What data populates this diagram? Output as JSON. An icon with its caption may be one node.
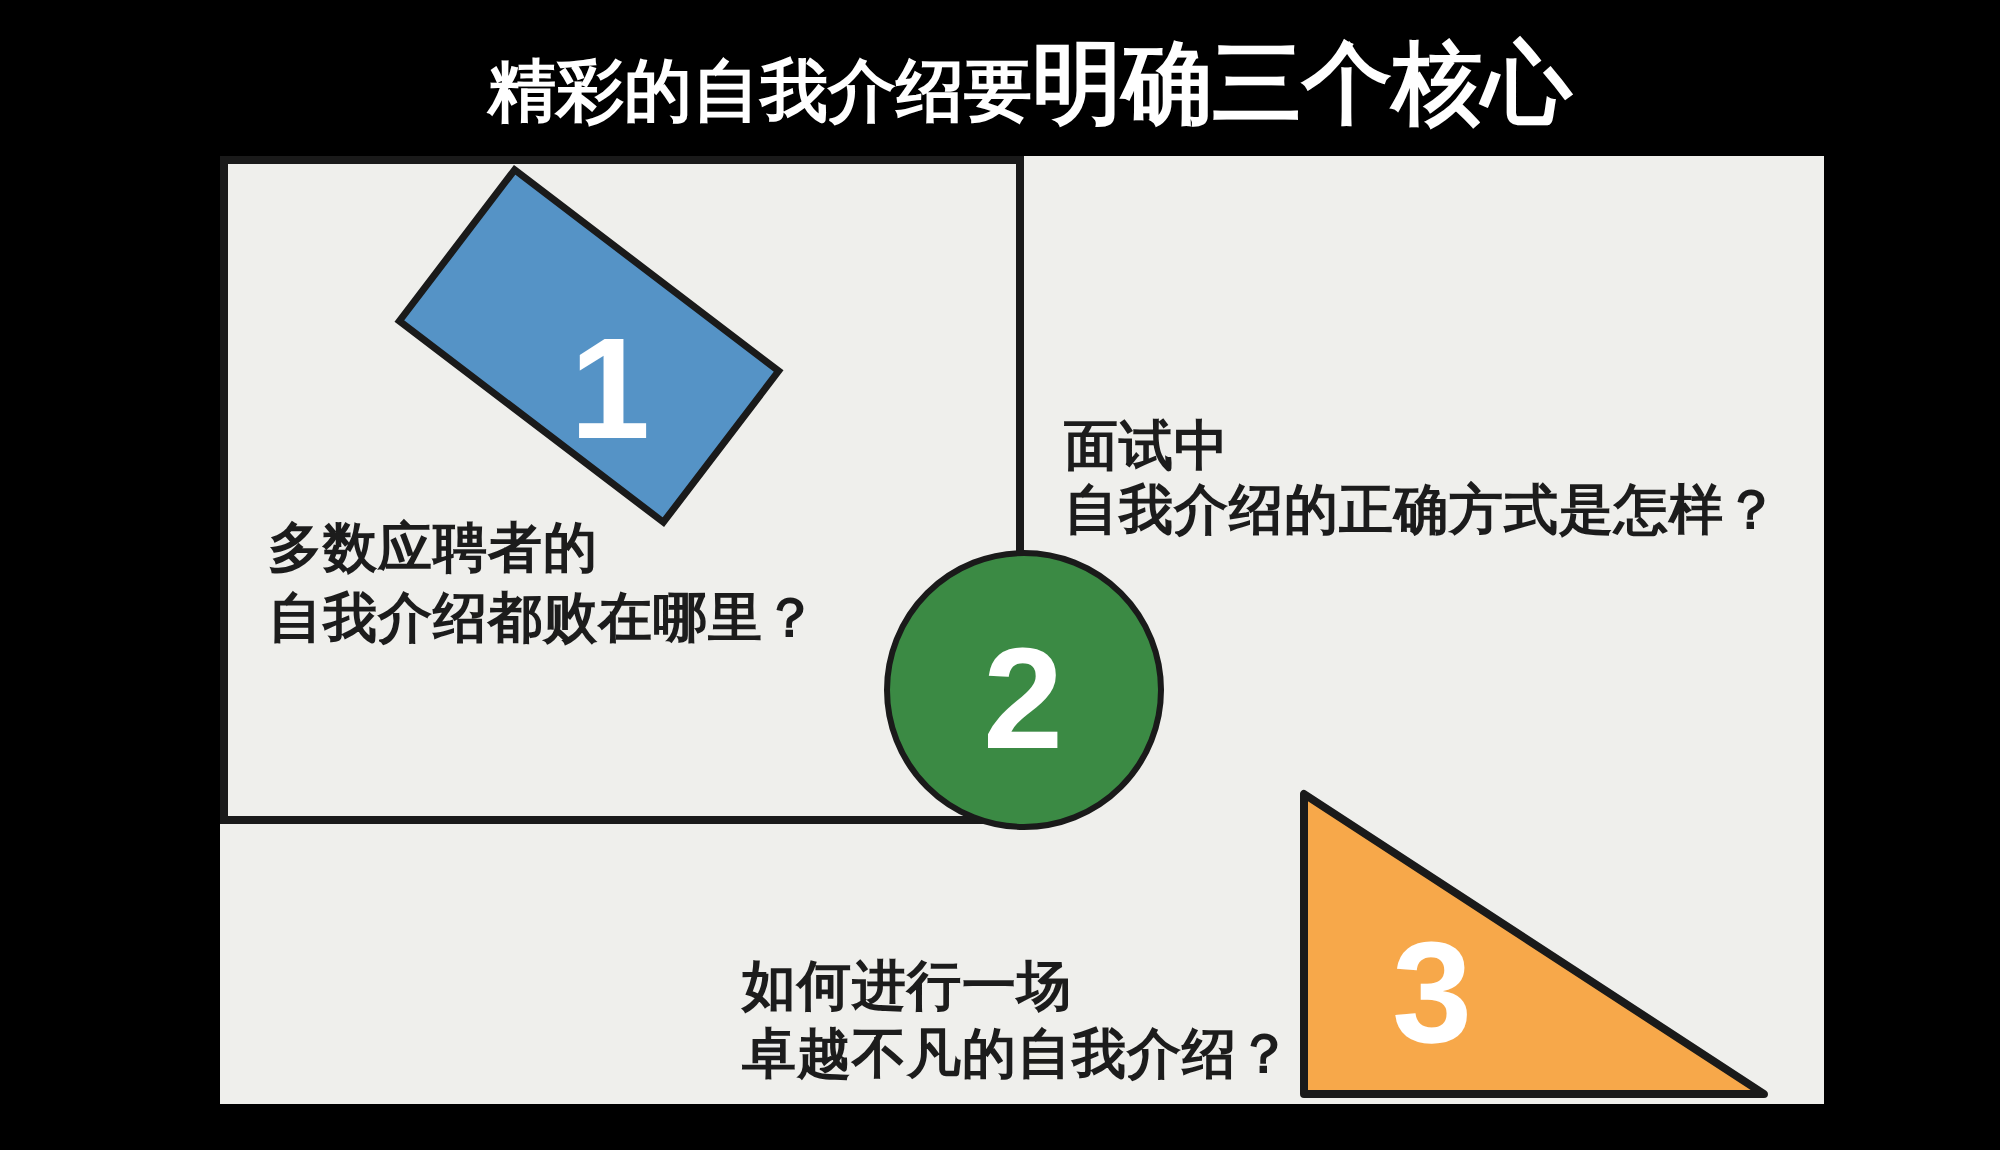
{
  "diagram": {
    "title": "精彩的自我介绍要**明确三个核心**",
    "nodes": [
      {
        "text": [],
        "shape": "box"
      },
      {
        "text": [
          "1"
        ],
        "in": 0,
        "beside": [
          "多数应聘者的自我介绍都败在哪里？"
        ]
      },
      {
        "text": [
          "2"
        ],
        "beside": [
          "面试中自我介绍的正确方式是怎样？"
        ]
      },
      {
        "text": [
          "3"
        ],
        "beside": [
          "如何进行一场卓越不凡的自我介绍？"
        ]
      }
    ]
  }
}
